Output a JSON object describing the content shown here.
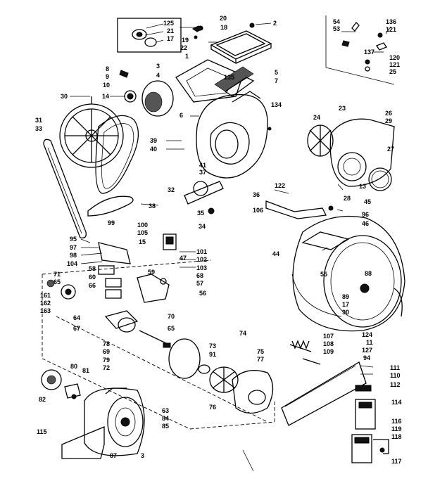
{
  "labels": [
    "125",
    "21",
    "17",
    "20",
    "18",
    "19",
    "22",
    "1",
    "2",
    "54",
    "53",
    "136",
    "121",
    "137",
    "120",
    "121b",
    "25",
    "3",
    "4",
    "5",
    "7",
    "8",
    "9",
    "10",
    "135",
    "134",
    "30",
    "14",
    "6",
    "31",
    "33",
    "24",
    "23",
    "26",
    "29",
    "39",
    "40",
    "41",
    "37",
    "27",
    "13",
    "122",
    "36",
    "106",
    "28",
    "45",
    "96",
    "46",
    "32",
    "38",
    "35",
    "34",
    "95",
    "97",
    "98",
    "104",
    "99",
    "100",
    "105",
    "15",
    "101",
    "102",
    "103",
    "68",
    "57",
    "47",
    "44",
    "55",
    "58",
    "60",
    "66",
    "59",
    "71",
    "161",
    "65",
    "162",
    "163",
    "56",
    "64",
    "67",
    "70",
    "65b",
    "88",
    "89",
    "17b",
    "90",
    "74",
    "78",
    "79",
    "72",
    "69",
    "73",
    "91",
    "75",
    "77",
    "107",
    "108",
    "109",
    "124",
    "11",
    "127",
    "94",
    "111",
    "110",
    "112",
    "80",
    "81",
    "82",
    "76",
    "114",
    "63",
    "84",
    "85",
    "115",
    "87",
    "116",
    "119",
    "118",
    "117",
    "3b"
  ],
  "label_text": {
    "125": "125",
    "21": "21",
    "17": "17",
    "20": "20",
    "18": "18",
    "19": "19",
    "22": "22",
    "1": "1",
    "2": "2",
    "54": "54",
    "53": "53",
    "136": "136",
    "121": "121",
    "137": "137",
    "120": "120",
    "121b": "121",
    "25": "25",
    "3": "3",
    "4": "4",
    "5": "5",
    "7": "7",
    "8": "8",
    "9": "9",
    "10": "10",
    "135": "135",
    "134": "134",
    "30": "30",
    "14": "14",
    "6": "6",
    "31": "31",
    "33": "33",
    "24": "24",
    "23": "23",
    "26": "26",
    "29": "29",
    "39": "39",
    "40": "40",
    "41": "41",
    "37": "37",
    "27": "27",
    "13": "13",
    "122": "122",
    "36": "36",
    "106": "106",
    "28": "28",
    "45": "45",
    "96": "96",
    "46": "46",
    "32": "32",
    "38": "38",
    "35": "35",
    "34": "34",
    "95": "95",
    "97": "97",
    "98": "98",
    "104": "104",
    "99": "99",
    "100": "100",
    "105": "105",
    "15": "15",
    "101": "101",
    "102": "102",
    "103": "103",
    "68": "68",
    "57": "57",
    "47": "47",
    "44": "44",
    "55": "55",
    "58": "58",
    "60": "60",
    "66": "66",
    "59": "59",
    "71": "71",
    "161": "161",
    "65": "65",
    "162": "162",
    "163": "163",
    "56": "56",
    "64": "64",
    "67": "67",
    "70": "70",
    "65b": "65",
    "88": "88",
    "89": "89",
    "17b": "17",
    "90": "90",
    "74": "74",
    "78": "78",
    "79": "79",
    "72": "72",
    "69": "69",
    "73": "73",
    "91": "91",
    "75": "75",
    "77": "77",
    "107": "107",
    "108": "108",
    "109": "109",
    "124": "124",
    "11": "11",
    "127": "127",
    "94": "94",
    "111": "111",
    "110": "110",
    "112": "112",
    "80": "80",
    "81": "81",
    "82": "82",
    "76": "76",
    "114": "114",
    "63": "63",
    "84": "84",
    "85": "85",
    "115": "115",
    "87": "87",
    "116": "116",
    "119": "119",
    "118": "118",
    "117": "117",
    "3b": "3"
  }
}
